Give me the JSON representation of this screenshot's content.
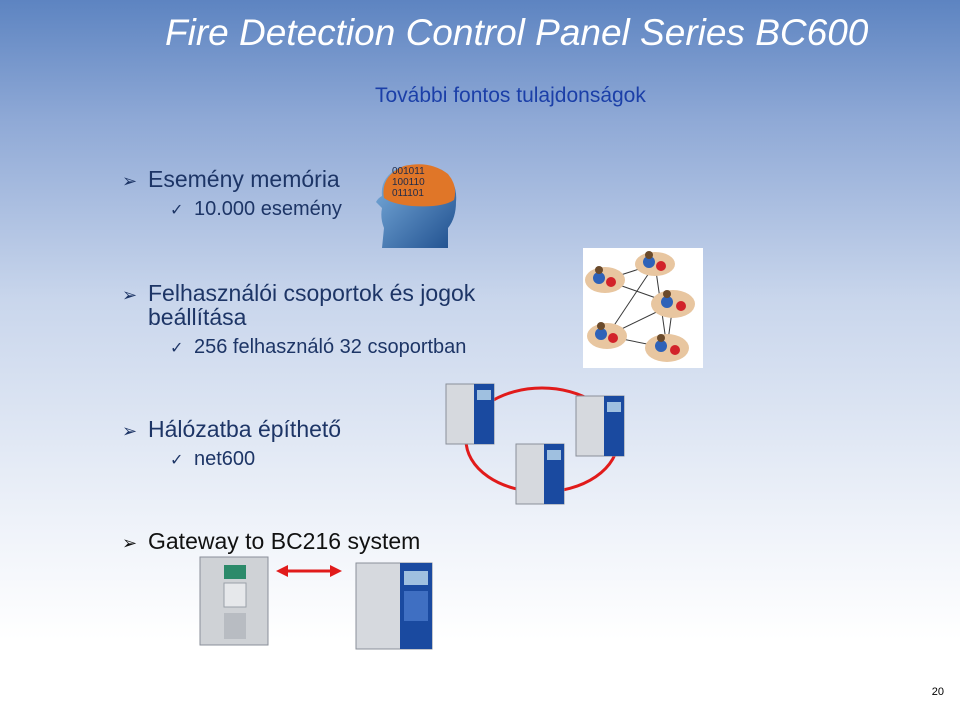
{
  "title": "Fire Detection Control Panel Series BC600",
  "subtitle": "További fontos tulajdonságok",
  "bullets": [
    {
      "text": "Esemény memória",
      "sub": "10.000 esemény"
    },
    {
      "text_line1": "Felhasználói csoportok és jogok",
      "text_line2": "beállítása",
      "sub": "256 felhasználó 32 csoportban"
    },
    {
      "text": "Hálózatba építhető",
      "sub": "net600"
    },
    {
      "text": "Gateway to BC216 system"
    }
  ],
  "binary": [
    "001011",
    "100110",
    "011101"
  ],
  "page_number": "20",
  "colors": {
    "title": "#ffffff",
    "subtitle": "#1b3fa8",
    "bullets": "#1d3566",
    "network_ring": "#e11b1b",
    "gateway_arrow": "#e11b1b"
  },
  "icons": [
    "arrow-bullet-icon",
    "checkmark-icon",
    "head-binary-icon",
    "user-network-icon",
    "panel-network-icon",
    "gateway-icon"
  ]
}
